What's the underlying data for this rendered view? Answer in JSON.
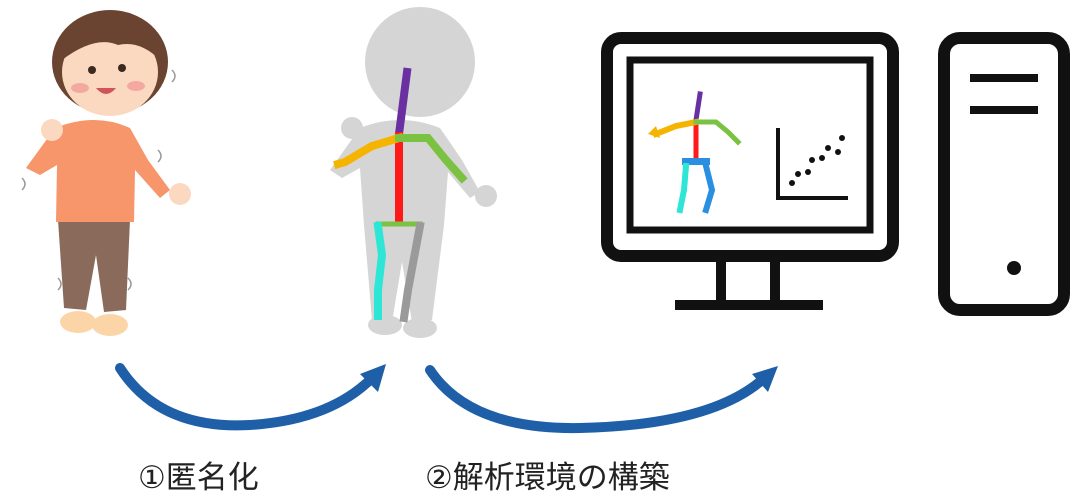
{
  "steps": [
    {
      "label": "①匿名化"
    },
    {
      "label": "②解析環境の構築"
    }
  ],
  "colors": {
    "arrow": "#1f5fa8",
    "skin": "#fbd9c0",
    "hair": "#6b4431",
    "shirt": "#f7956b",
    "pants": "#8a6a5a",
    "silhouette": "#d3d3d3",
    "monitor": "#111111",
    "spine_neck": "#6a2fa0",
    "spine_torso": "#ff1a1a",
    "right_arm": "#f5b400",
    "left_arm": "#7cc242",
    "right_leg": "#2ee6d6",
    "left_leg": "#9a9a9a",
    "right_foot_small": "#2a8fe0"
  },
  "icons": [
    "child-figure",
    "anonymized-silhouette",
    "monitor-icon",
    "pc-tower-icon",
    "scatter-plot-icon",
    "curved-arrow"
  ]
}
